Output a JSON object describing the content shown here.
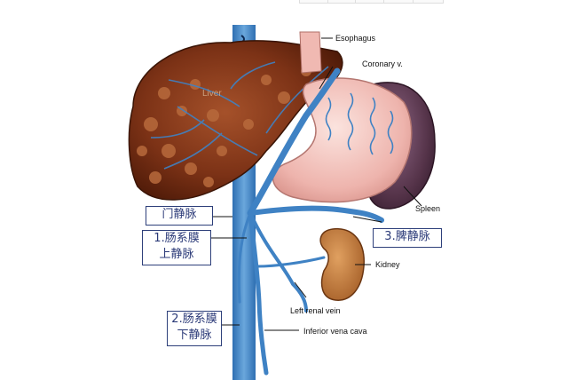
{
  "labels": {
    "esophagus": "Esophagus",
    "coronary": "Coronary v.",
    "liver": "Liver",
    "spleen": "Spleen",
    "kidney": "Kidney",
    "left_renal_vein": "Left renal vein",
    "inferior_vena_cava": "Inferior vena cava"
  },
  "boxes": {
    "portal_vein": "门静脉",
    "smv_line1": "1.肠系膜",
    "smv_line2": "上静脉",
    "splenic_vein": "3.脾静脉",
    "imv_line1": "2.肠系膜",
    "imv_line2": "下静脉"
  },
  "colors": {
    "liver": "#8a3a1c",
    "liver_dark": "#5a1f0c",
    "vein": "#3f82c4",
    "stomach": "#f2c2bc",
    "spleen": "#5e3a52",
    "kidney": "#c27a3c",
    "box_border": "#2d3f7a"
  }
}
